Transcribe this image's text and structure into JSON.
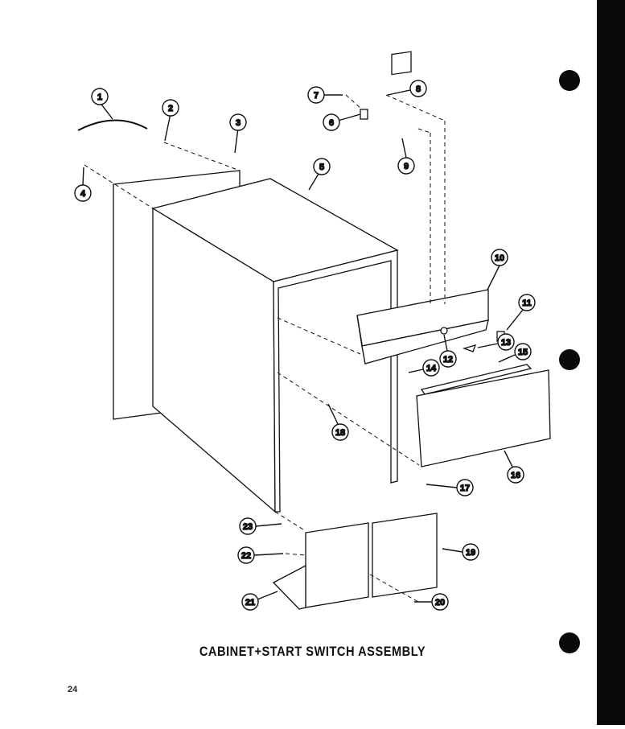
{
  "title": "CABINET+START SWITCH ASSEMBLY",
  "page_number": "24",
  "callouts": [
    "1",
    "2",
    "3",
    "4",
    "5",
    "6",
    "7",
    "8",
    "9",
    "10",
    "11",
    "12",
    "13",
    "14",
    "15",
    "16",
    "17",
    "18",
    "19",
    "20",
    "21",
    "22",
    "23"
  ],
  "colors": {
    "line": "#111111",
    "panel": "#ffffff",
    "bar": "#0a0a0a"
  }
}
